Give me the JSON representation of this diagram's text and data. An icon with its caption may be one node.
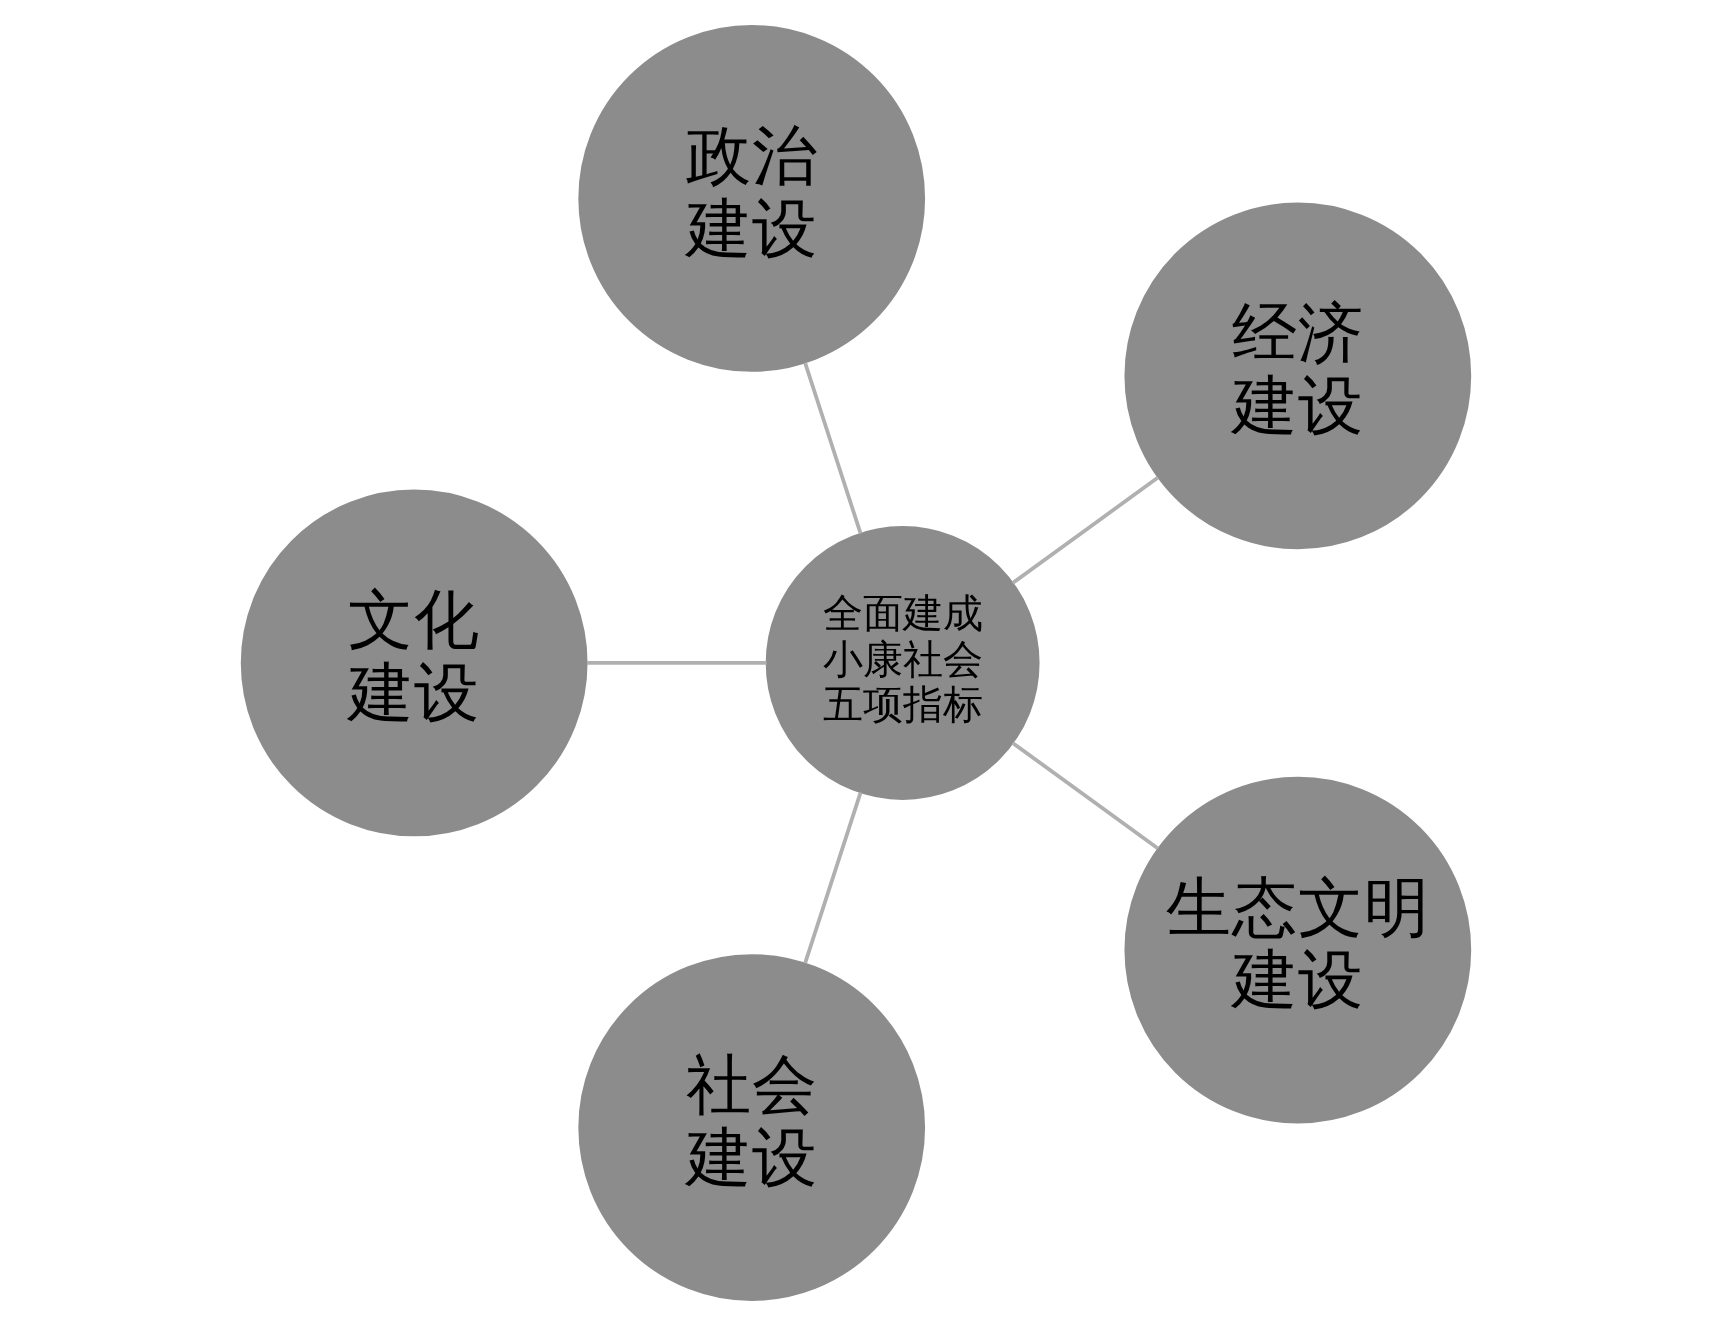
{
  "diagram": {
    "nodes": [
      {
        "text": [
          "全面建成小康社会五项指标"
        ]
      },
      {
        "text": [
          "经济建设"
        ]
      },
      {
        "text": [
          "政治建设"
        ]
      },
      {
        "text": [
          "文化建设"
        ]
      },
      {
        "text": [
          "社会建设"
        ]
      },
      {
        "text": [
          "生态文明建设"
        ]
      }
    ],
    "edges": [
      {
        "from": 0,
        "to": 1,
        "arrow": "none"
      },
      {
        "from": 0,
        "to": 2,
        "arrow": "none"
      },
      {
        "from": 0,
        "to": 3,
        "arrow": "none"
      },
      {
        "from": 0,
        "to": 4,
        "arrow": "none"
      },
      {
        "from": 0,
        "to": 5,
        "arrow": "none"
      }
    ]
  }
}
